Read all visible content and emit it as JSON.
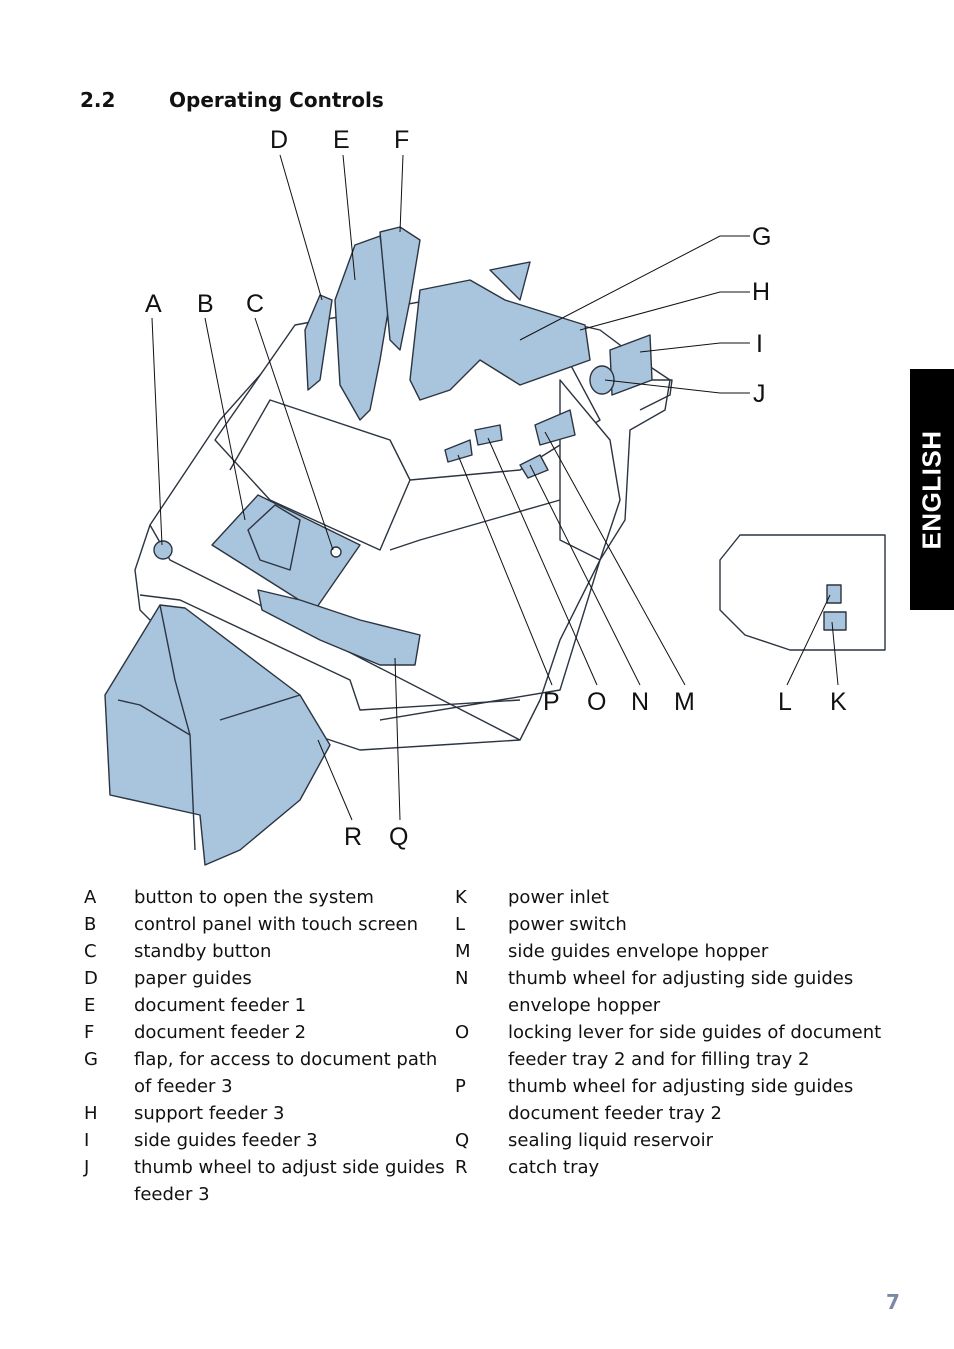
{
  "section": {
    "number": "2.2",
    "title": "Operating Controls"
  },
  "side_tab": "ENGLISH",
  "figure": {
    "callouts": [
      "A",
      "B",
      "C",
      "D",
      "E",
      "F",
      "G",
      "H",
      "I",
      "J",
      "K",
      "L",
      "M",
      "N",
      "O",
      "P",
      "Q",
      "R"
    ],
    "machine_color": "#a9c4dd",
    "outline_color": "#2b3440"
  },
  "legend_left": [
    {
      "key": "A",
      "lines": [
        "button to open the system"
      ]
    },
    {
      "key": "B",
      "lines": [
        "control panel with touch screen"
      ]
    },
    {
      "key": "C",
      "lines": [
        "standby button"
      ]
    },
    {
      "key": "D",
      "lines": [
        "paper guides"
      ]
    },
    {
      "key": "E",
      "lines": [
        "document feeder 1"
      ]
    },
    {
      "key": "F",
      "lines": [
        "document feeder 2"
      ]
    },
    {
      "key": "G",
      "lines": [
        "flap, for access to document path",
        "of feeder 3"
      ]
    },
    {
      "key": "H",
      "lines": [
        "support feeder 3"
      ]
    },
    {
      "key": "I",
      "lines": [
        "side guides feeder 3"
      ]
    },
    {
      "key": "J",
      "lines": [
        "thumb wheel to adjust side guides",
        "feeder 3"
      ]
    }
  ],
  "legend_right": [
    {
      "key": "K",
      "lines": [
        "power inlet"
      ]
    },
    {
      "key": "L",
      "lines": [
        "power switch"
      ]
    },
    {
      "key": "M",
      "lines": [
        "side guides envelope hopper"
      ]
    },
    {
      "key": "N",
      "lines": [
        "thumb wheel for adjusting side guides",
        "envelope hopper"
      ]
    },
    {
      "key": "O",
      "lines": [
        "locking lever for side guides of document",
        "feeder tray 2 and for filling tray 2"
      ]
    },
    {
      "key": "P",
      "lines": [
        "thumb wheel for adjusting side guides",
        "document feeder tray 2"
      ]
    },
    {
      "key": "Q",
      "lines": [
        "sealing liquid reservoir"
      ]
    },
    {
      "key": "R",
      "lines": [
        "catch tray"
      ]
    }
  ],
  "page_number": "7"
}
